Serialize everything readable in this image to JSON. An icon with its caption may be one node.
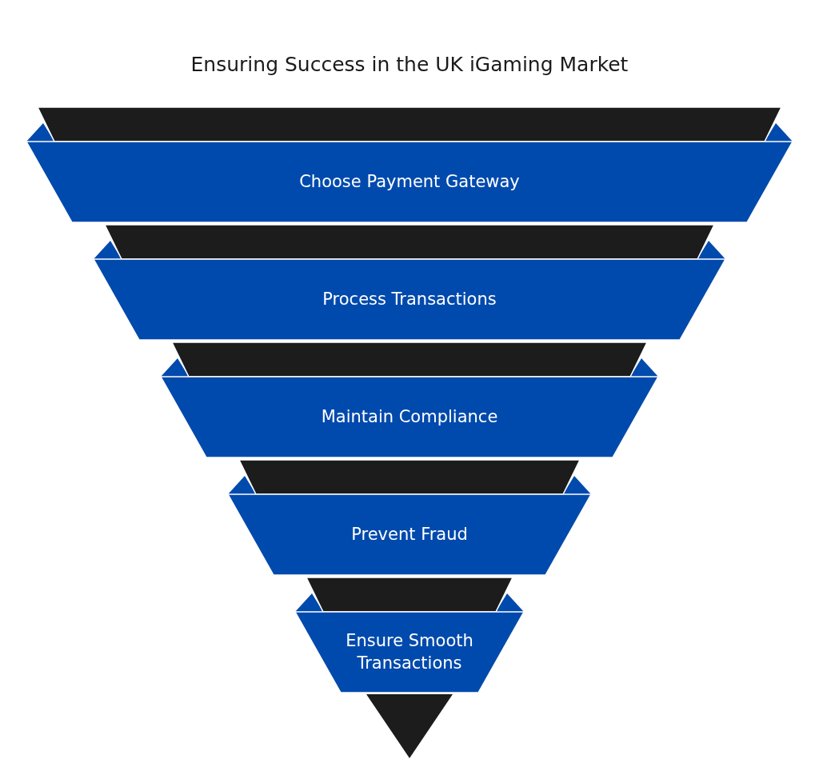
{
  "diagram": {
    "title": "Ensuring Success in the UK iGaming Market",
    "nodes": [
      {
        "text": [
          "Choose Payment Gateway"
        ]
      },
      {
        "text": [
          "Process Transactions"
        ]
      },
      {
        "text": [
          "Maintain Compliance"
        ]
      },
      {
        "text": [
          "Prevent Fraud"
        ]
      },
      {
        "text": [
          "Ensure Smooth Transactions"
        ]
      }
    ]
  }
}
